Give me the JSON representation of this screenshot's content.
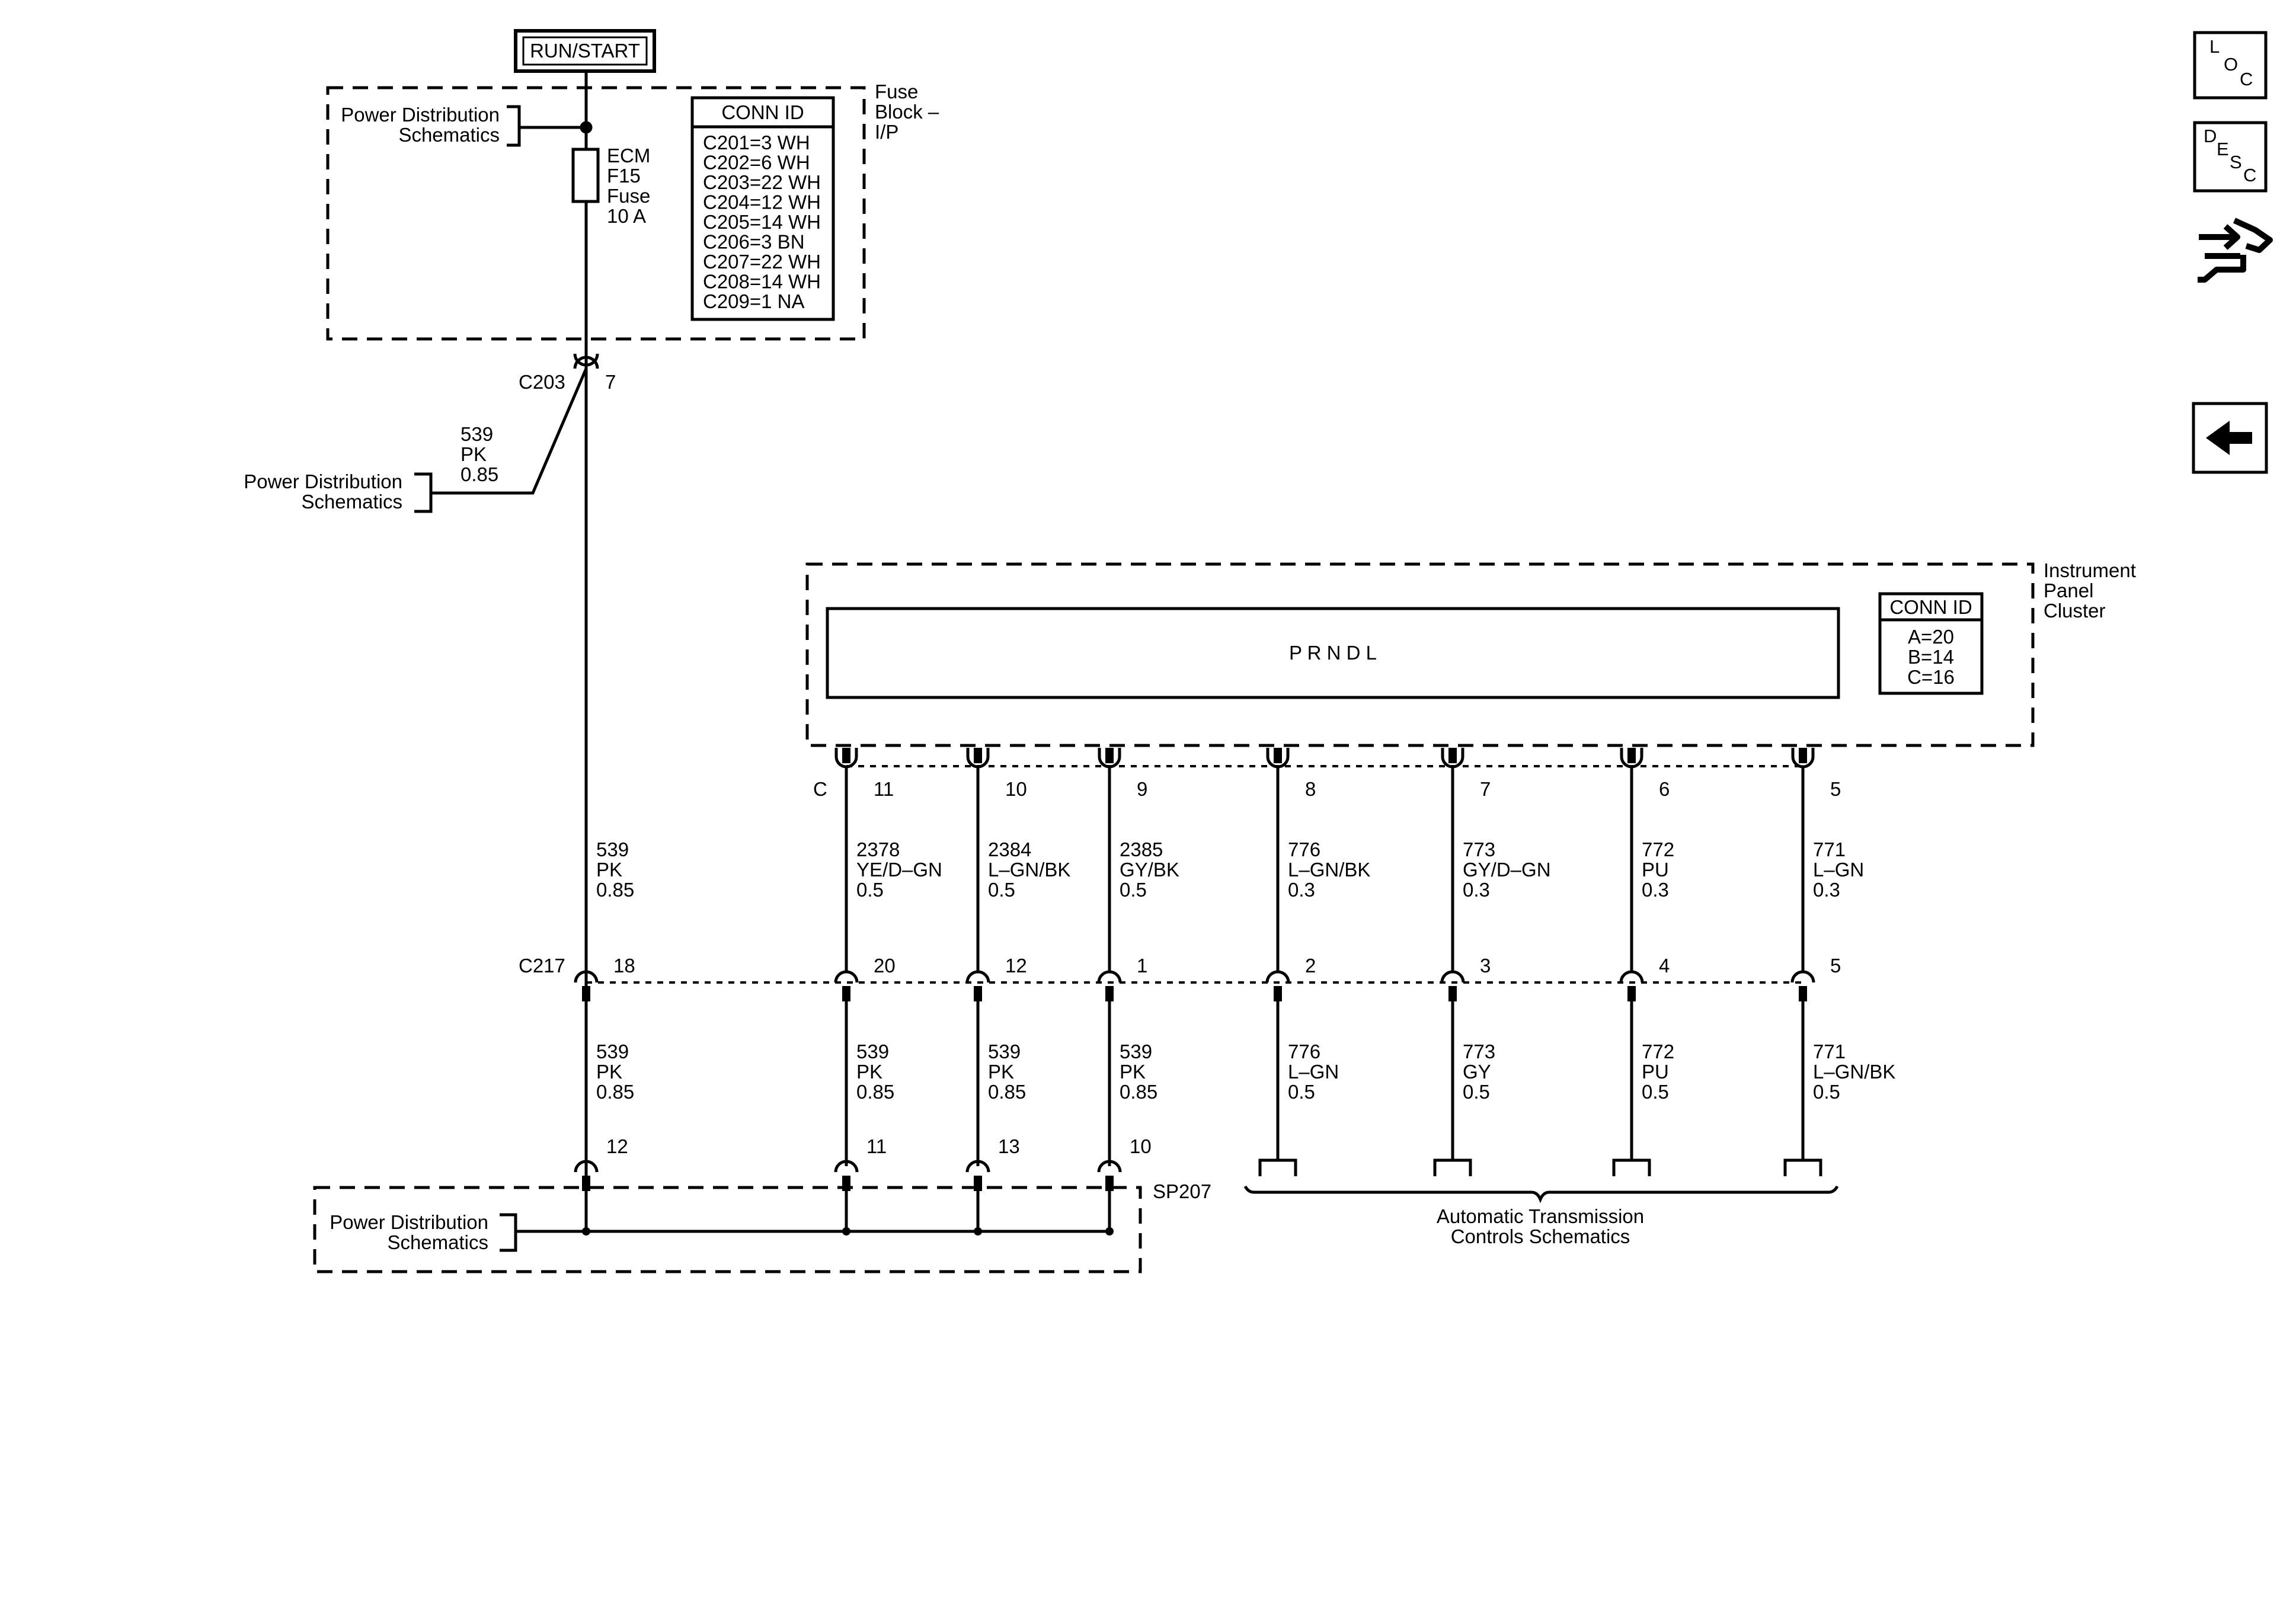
{
  "power_source": "RUN/START",
  "fuse_block": {
    "title": [
      "Fuse",
      "Block –",
      "I/P"
    ],
    "power_ref": [
      "Power Distribution",
      "Schematics"
    ],
    "fuse_label": [
      "ECM",
      "F15",
      "Fuse",
      "10 A"
    ],
    "conn_id": {
      "header": "CONN ID",
      "rows": [
        "C201=3 WH",
        "C202=6 WH",
        "C203=22 WH",
        "C204=12 WH",
        "C205=14 WH",
        "C206=3 BN",
        "C207=22 WH",
        "C208=14 WH",
        "C209=1 NA"
      ]
    }
  },
  "c203": {
    "name": "C203",
    "pin": "7"
  },
  "splice_left_wire": [
    "539",
    "PK",
    "0.85"
  ],
  "left_power_ref": [
    "Power Distribution",
    "Schematics"
  ],
  "ipc": {
    "title": [
      "Instrument",
      "Panel",
      "Cluster"
    ],
    "display": "P R N D L",
    "conn_letter": "C",
    "conn_id": {
      "header": "CONN ID",
      "rows": [
        "A=20",
        "B=14",
        "C=16"
      ]
    }
  },
  "c217": {
    "name": "C217"
  },
  "wires": [
    {
      "top_pin": "",
      "upper": [
        "539",
        "PK",
        "0.85"
      ],
      "c217_pin": "18",
      "lower": [
        "539",
        "PK",
        "0.85"
      ],
      "bottom_pin": "12"
    },
    {
      "top_pin": "11",
      "upper": [
        "2378",
        "YE/D–GN",
        "0.5"
      ],
      "c217_pin": "20",
      "lower": [
        "539",
        "PK",
        "0.85"
      ],
      "bottom_pin": "11"
    },
    {
      "top_pin": "10",
      "upper": [
        "2384",
        "L–GN/BK",
        "0.5"
      ],
      "c217_pin": "12",
      "lower": [
        "539",
        "PK",
        "0.85"
      ],
      "bottom_pin": "13"
    },
    {
      "top_pin": "9",
      "upper": [
        "2385",
        "GY/BK",
        "0.5"
      ],
      "c217_pin": "1",
      "lower": [
        "539",
        "PK",
        "0.85"
      ],
      "bottom_pin": "10"
    },
    {
      "top_pin": "8",
      "upper": [
        "776",
        "L–GN/BK",
        "0.3"
      ],
      "c217_pin": "2",
      "lower": [
        "776",
        "L–GN",
        "0.5"
      ],
      "bottom_pin": ""
    },
    {
      "top_pin": "7",
      "upper": [
        "773",
        "GY/D–GN",
        "0.3"
      ],
      "c217_pin": "3",
      "lower": [
        "773",
        "GY",
        "0.5"
      ],
      "bottom_pin": ""
    },
    {
      "top_pin": "6",
      "upper": [
        "772",
        "PU",
        "0.3"
      ],
      "c217_pin": "4",
      "lower": [
        "772",
        "PU",
        "0.5"
      ],
      "bottom_pin": ""
    },
    {
      "top_pin": "5",
      "upper": [
        "771",
        "L–GN",
        "0.3"
      ],
      "c217_pin": "5",
      "lower": [
        "771",
        "L–GN/BK",
        "0.5"
      ],
      "bottom_pin": ""
    }
  ],
  "splice_pack": {
    "name": "SP207",
    "power_ref": [
      "Power Distribution",
      "Schematics"
    ]
  },
  "atc_ref": [
    "Automatic Transmission",
    "Controls Schematics"
  ],
  "side_buttons": {
    "loc": [
      "L",
      "O",
      "C"
    ],
    "desc": [
      "D",
      "E",
      "S",
      "C"
    ],
    "connector_icon": "connector-swap-icon",
    "back_icon": "back-arrow-icon"
  }
}
